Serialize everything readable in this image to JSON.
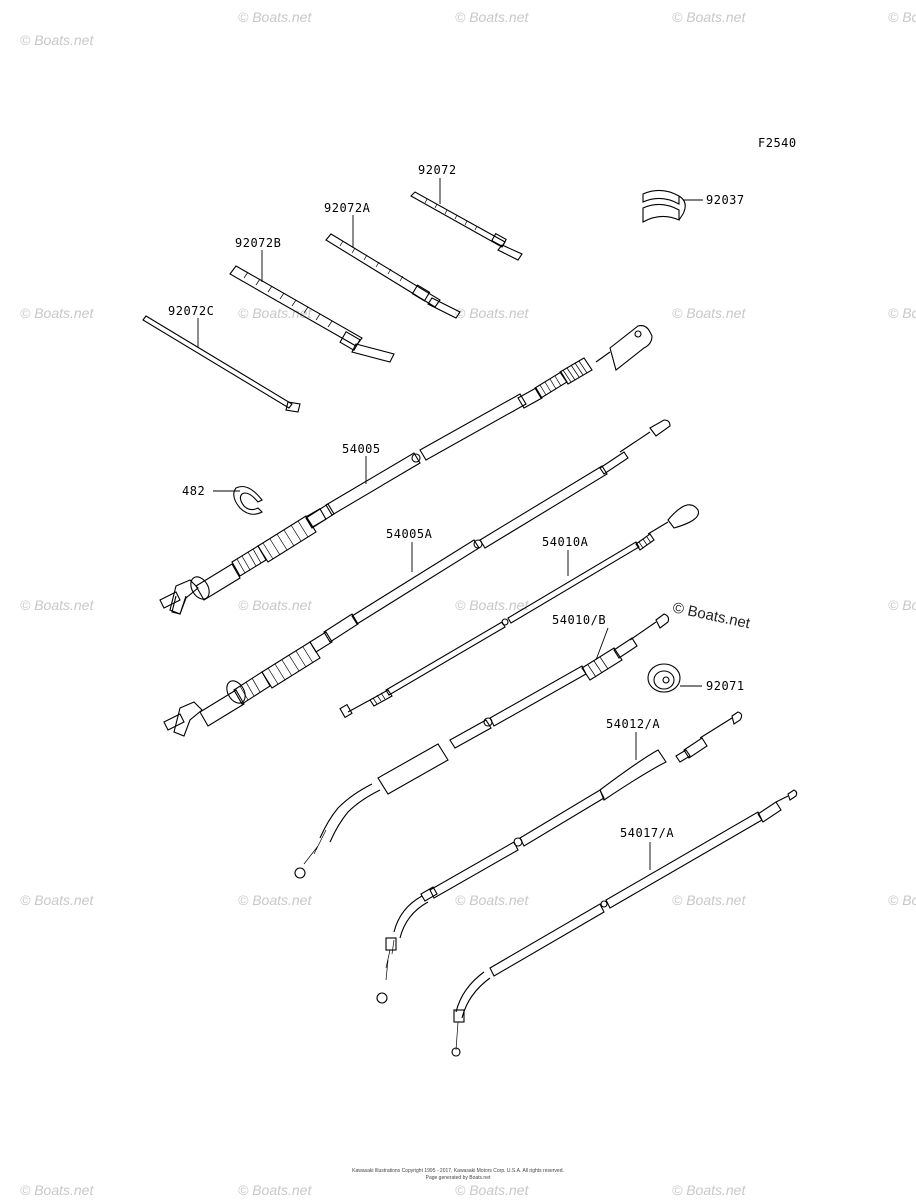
{
  "figure_code": "F2540",
  "watermark": {
    "text": "© Boats.net",
    "visible_text": "© Boats.net"
  },
  "copyright_lines": [
    "Kawasaki Illustrations Copyright 1995 - 2017, Kawasaki Motors Corp. U.S.A. All rights reserved.",
    "Page generated by Boats.net"
  ],
  "callouts": [
    {
      "id": "92072",
      "label": "92072"
    },
    {
      "id": "92037",
      "label": "92037"
    },
    {
      "id": "92072A",
      "label": "92072A"
    },
    {
      "id": "92072B",
      "label": "92072B"
    },
    {
      "id": "92072C",
      "label": "92072C"
    },
    {
      "id": "54005",
      "label": "54005"
    },
    {
      "id": "482",
      "label": "482"
    },
    {
      "id": "54005A",
      "label": "54005A"
    },
    {
      "id": "54010A",
      "label": "54010A"
    },
    {
      "id": "54010B",
      "label": "54010/B"
    },
    {
      "id": "92071",
      "label": "92071"
    },
    {
      "id": "54012A",
      "label": "54012/A"
    },
    {
      "id": "54017A",
      "label": "54017/A"
    }
  ]
}
